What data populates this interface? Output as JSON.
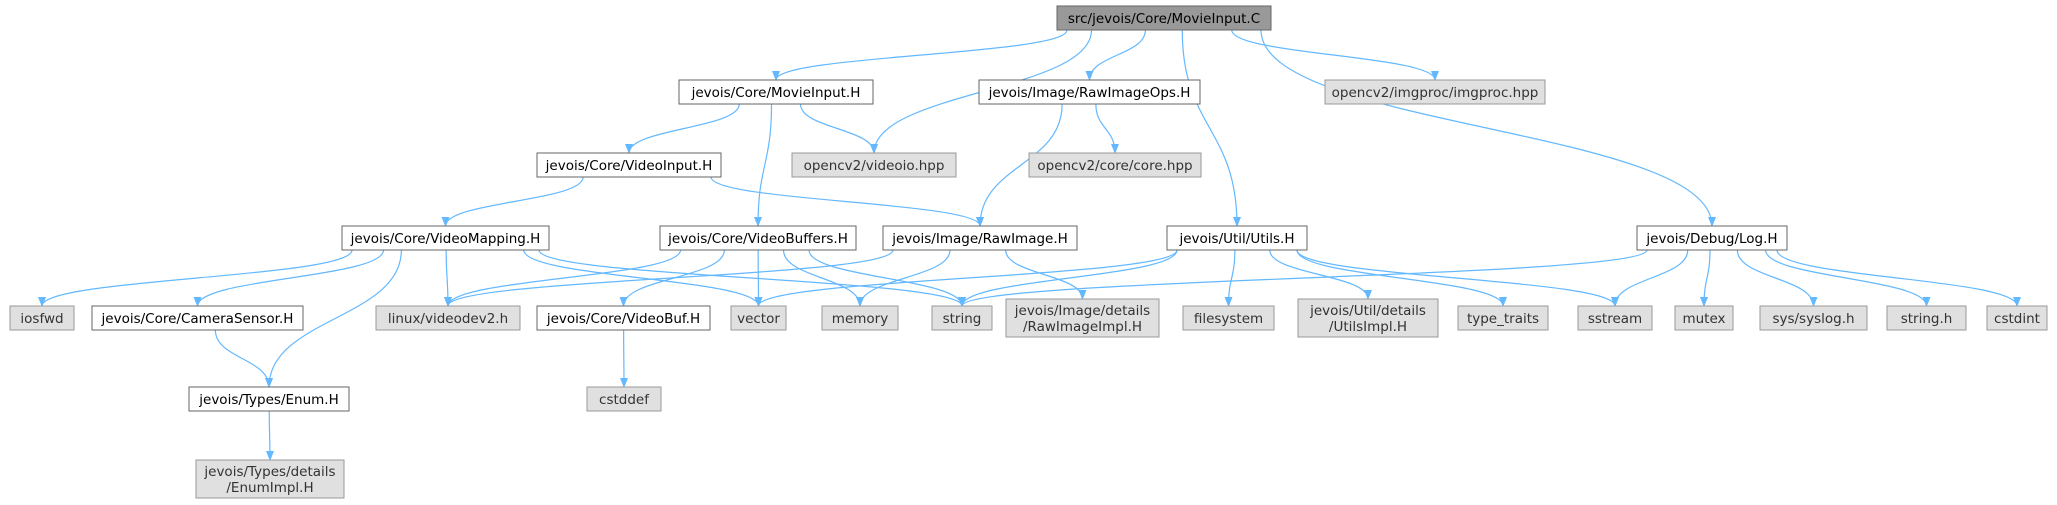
{
  "graph": {
    "nodes": [
      {
        "id": "root",
        "label": [
          "src/jevois/Core/MovieInput.C"
        ],
        "kind": "root"
      },
      {
        "id": "movieinputh",
        "label": [
          "jevois/Core/MovieInput.H"
        ],
        "kind": "local"
      },
      {
        "id": "opencvvideoio",
        "label": [
          "opencv2/videoio.hpp"
        ],
        "kind": "external"
      },
      {
        "id": "rawimageops",
        "label": [
          "jevois/Image/RawImageOps.H"
        ],
        "kind": "local"
      },
      {
        "id": "opencvimgproc",
        "label": [
          "opencv2/imgproc/imgproc.hpp"
        ],
        "kind": "external"
      },
      {
        "id": "videoinputh",
        "label": [
          "jevois/Core/VideoInput.H"
        ],
        "kind": "local"
      },
      {
        "id": "opencvcore",
        "label": [
          "opencv2/core/core.hpp"
        ],
        "kind": "external"
      },
      {
        "id": "videomapping",
        "label": [
          "jevois/Core/VideoMapping.H"
        ],
        "kind": "local"
      },
      {
        "id": "videobuffers",
        "label": [
          "jevois/Core/VideoBuffers.H"
        ],
        "kind": "local"
      },
      {
        "id": "rawimage",
        "label": [
          "jevois/Image/RawImage.H"
        ],
        "kind": "local"
      },
      {
        "id": "utils",
        "label": [
          "jevois/Util/Utils.H"
        ],
        "kind": "local"
      },
      {
        "id": "log",
        "label": [
          "jevois/Debug/Log.H"
        ],
        "kind": "local"
      },
      {
        "id": "iosfwd",
        "label": [
          "iosfwd"
        ],
        "kind": "external"
      },
      {
        "id": "camerasensor",
        "label": [
          "jevois/Core/CameraSensor.H"
        ],
        "kind": "local"
      },
      {
        "id": "videodev2",
        "label": [
          "linux/videodev2.h"
        ],
        "kind": "external"
      },
      {
        "id": "videobuf",
        "label": [
          "jevois/Core/VideoBuf.H"
        ],
        "kind": "local"
      },
      {
        "id": "vector",
        "label": [
          "vector"
        ],
        "kind": "external"
      },
      {
        "id": "memory",
        "label": [
          "memory"
        ],
        "kind": "external"
      },
      {
        "id": "string",
        "label": [
          "string"
        ],
        "kind": "external"
      },
      {
        "id": "rawimageimpl",
        "label": [
          "jevois/Image/details",
          "/RawImageImpl.H"
        ],
        "kind": "external"
      },
      {
        "id": "filesystem",
        "label": [
          "filesystem"
        ],
        "kind": "external"
      },
      {
        "id": "utilsimpl",
        "label": [
          "jevois/Util/details",
          "/UtilsImpl.H"
        ],
        "kind": "external"
      },
      {
        "id": "typetraits",
        "label": [
          "type_traits"
        ],
        "kind": "external"
      },
      {
        "id": "sstream",
        "label": [
          "sstream"
        ],
        "kind": "external"
      },
      {
        "id": "mutex",
        "label": [
          "mutex"
        ],
        "kind": "external"
      },
      {
        "id": "syslog",
        "label": [
          "sys/syslog.h"
        ],
        "kind": "external"
      },
      {
        "id": "stringh",
        "label": [
          "string.h"
        ],
        "kind": "external"
      },
      {
        "id": "cstdint",
        "label": [
          "cstdint"
        ],
        "kind": "external"
      },
      {
        "id": "enumh",
        "label": [
          "jevois/Types/Enum.H"
        ],
        "kind": "local"
      },
      {
        "id": "cstddef",
        "label": [
          "cstddef"
        ],
        "kind": "external"
      },
      {
        "id": "enumimpl",
        "label": [
          "jevois/Types/details",
          "/EnumImpl.H"
        ],
        "kind": "external"
      }
    ],
    "edges": [
      [
        "root",
        "movieinputh"
      ],
      [
        "root",
        "opencvvideoio"
      ],
      [
        "root",
        "rawimageops"
      ],
      [
        "root",
        "utils"
      ],
      [
        "root",
        "log"
      ],
      [
        "root",
        "opencvimgproc"
      ],
      [
        "movieinputh",
        "videoinputh"
      ],
      [
        "movieinputh",
        "opencvvideoio"
      ],
      [
        "movieinputh",
        "videobuffers"
      ],
      [
        "rawimageops",
        "rawimage"
      ],
      [
        "rawimageops",
        "opencvcore"
      ],
      [
        "videoinputh",
        "videomapping"
      ],
      [
        "videoinputh",
        "rawimage"
      ],
      [
        "videomapping",
        "iosfwd"
      ],
      [
        "videomapping",
        "camerasensor"
      ],
      [
        "videomapping",
        "videodev2"
      ],
      [
        "videomapping",
        "enumh"
      ],
      [
        "videomapping",
        "vector"
      ],
      [
        "videomapping",
        "string"
      ],
      [
        "videobuffers",
        "videodev2"
      ],
      [
        "videobuffers",
        "videobuf"
      ],
      [
        "videobuffers",
        "vector"
      ],
      [
        "videobuffers",
        "memory"
      ],
      [
        "videobuffers",
        "string"
      ],
      [
        "rawimage",
        "videodev2"
      ],
      [
        "rawimage",
        "memory"
      ],
      [
        "rawimage",
        "rawimageimpl"
      ],
      [
        "utils",
        "vector"
      ],
      [
        "utils",
        "string"
      ],
      [
        "utils",
        "filesystem"
      ],
      [
        "utils",
        "utilsimpl"
      ],
      [
        "utils",
        "typetraits"
      ],
      [
        "utils",
        "sstream"
      ],
      [
        "log",
        "string"
      ],
      [
        "log",
        "sstream"
      ],
      [
        "log",
        "mutex"
      ],
      [
        "log",
        "syslog"
      ],
      [
        "log",
        "stringh"
      ],
      [
        "log",
        "cstdint"
      ],
      [
        "camerasensor",
        "enumh"
      ],
      [
        "videobuf",
        "cstddef"
      ],
      [
        "enumh",
        "enumimpl"
      ]
    ]
  }
}
